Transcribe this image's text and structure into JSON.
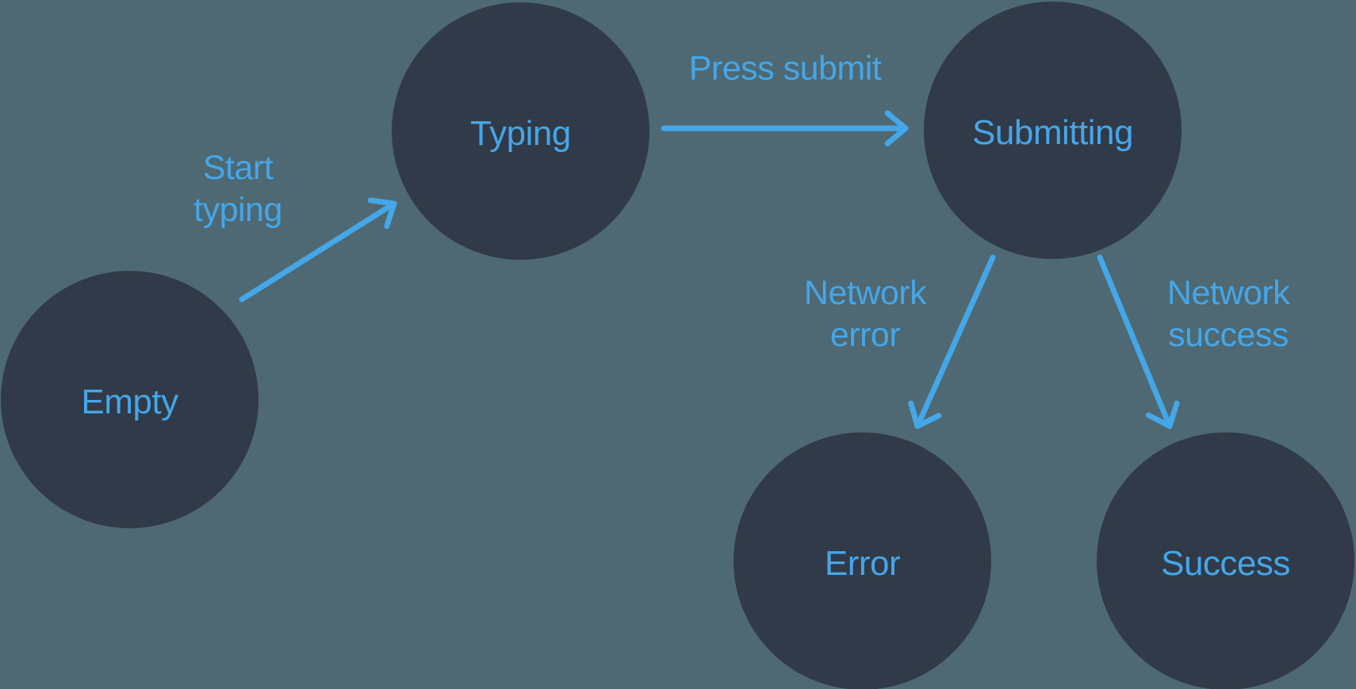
{
  "colors": {
    "background": "#4E6973",
    "node_fill": "#313A48",
    "accent": "#45A6E8"
  },
  "diagram": {
    "kind": "state-machine",
    "nodes": [
      {
        "id": "empty",
        "label": "Empty"
      },
      {
        "id": "typing",
        "label": "Typing"
      },
      {
        "id": "submitting",
        "label": "Submitting"
      },
      {
        "id": "error",
        "label": "Error"
      },
      {
        "id": "success",
        "label": "Success"
      }
    ],
    "edges": [
      {
        "from": "empty",
        "to": "typing",
        "label": "Start typing",
        "lines": [
          "Start",
          "typing"
        ]
      },
      {
        "from": "typing",
        "to": "submitting",
        "label": "Press submit",
        "lines": [
          "Press submit"
        ]
      },
      {
        "from": "submitting",
        "to": "error",
        "label": "Network error",
        "lines": [
          "Network",
          "error"
        ]
      },
      {
        "from": "submitting",
        "to": "success",
        "label": "Network success",
        "lines": [
          "Network",
          "success"
        ]
      }
    ]
  }
}
